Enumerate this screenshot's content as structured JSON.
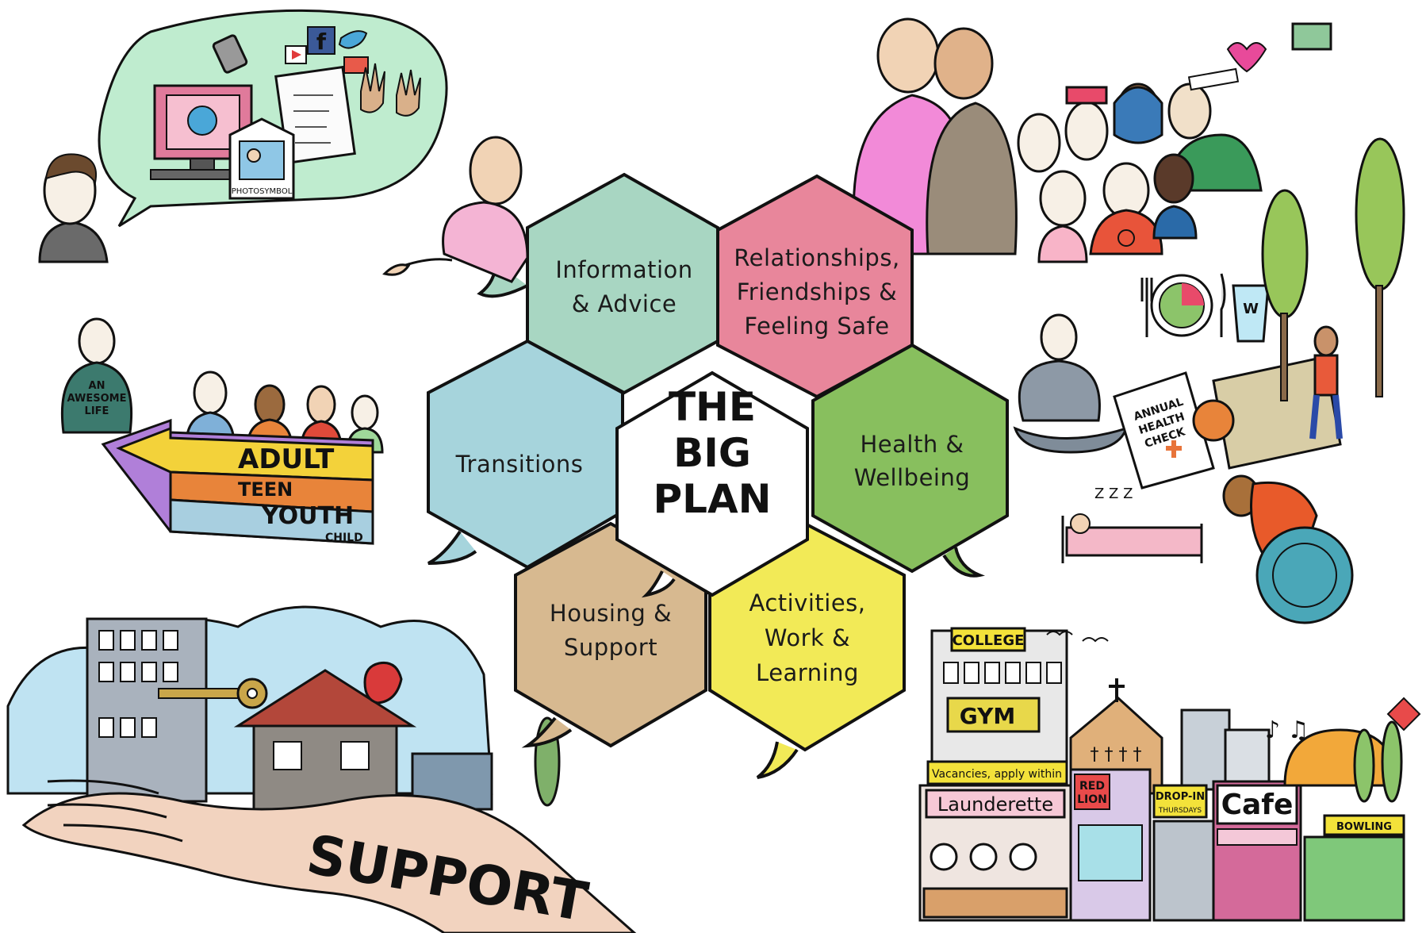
{
  "center": {
    "lines": [
      "THE",
      "BIG",
      "PLAN"
    ]
  },
  "hexagons": [
    {
      "id": "information",
      "lines": [
        "Information",
        "& Advice"
      ],
      "color": "#a8d6c2"
    },
    {
      "id": "relationships",
      "lines": [
        "Relationships,",
        "Friendships &",
        "Feeling Safe"
      ],
      "color": "#e8869b"
    },
    {
      "id": "transitions",
      "lines": [
        "Transitions"
      ],
      "color": "#a6d4dc"
    },
    {
      "id": "health",
      "lines": [
        "Health &",
        "Wellbeing"
      ],
      "color": "#88bf5e"
    },
    {
      "id": "housing",
      "lines": [
        "Housing &",
        "Support"
      ],
      "color": "#d7b990"
    },
    {
      "id": "activities",
      "lines": [
        "Activities,",
        "Work &",
        "Learning"
      ],
      "color": "#f2ea57"
    }
  ],
  "scenes": {
    "information": {
      "photosymbol": "PHOTOSYMBOL",
      "social": "f"
    },
    "transitions": {
      "shirt_text": [
        "AN",
        "AWESOME",
        "LIFE"
      ],
      "stages": [
        "ADULT",
        "TEEN",
        "YOUTH",
        "CHILD"
      ]
    },
    "health": {
      "book": [
        "ANNUAL",
        "HEALTH",
        "CHECK"
      ],
      "cup": "W",
      "sleep": "Z Z Z"
    },
    "housing": {
      "word": "SUPPORT"
    },
    "activities": {
      "college": "COLLEGE",
      "gym": "GYM",
      "vacancies": "Vacancies, apply within",
      "launderette": "Launderette",
      "pub": [
        "RED",
        "LION"
      ],
      "dropin": [
        "DROP-IN",
        "THURSDAYS"
      ],
      "cafe": "Cafe",
      "bowling": "BOWLING",
      "church": "† † † †"
    }
  }
}
